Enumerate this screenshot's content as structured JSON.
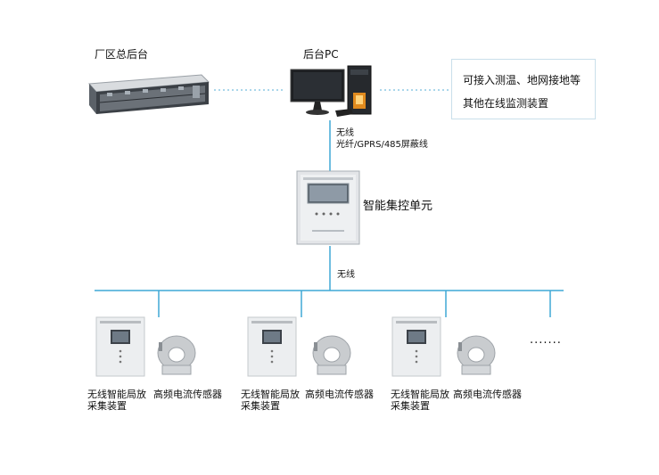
{
  "top": {
    "server_label": "厂区总后台",
    "pc_label": "后台PC",
    "note_line1": "可接入测温、地网接地等",
    "note_line2": "其他在线监测装置"
  },
  "link_upper": {
    "line1": "无线",
    "line2": "光纤/GPRS/485屏蔽线"
  },
  "control_unit": {
    "label": "智能集控单元"
  },
  "link_lower": {
    "label": "无线"
  },
  "groups": [
    {
      "collector_line1": "无线智能局放",
      "collector_line2": "采集装置",
      "sensor": "高频电流传感器"
    },
    {
      "collector_line1": "无线智能局放",
      "collector_line2": "采集装置",
      "sensor": "高频电流传感器"
    },
    {
      "collector_line1": "无线智能局放",
      "collector_line2": "采集装置",
      "sensor": "高频电流传感器"
    }
  ],
  "ellipsis": "·······",
  "colors": {
    "bus": "#3fa9d6",
    "dotted": "#8ec9e4"
  }
}
